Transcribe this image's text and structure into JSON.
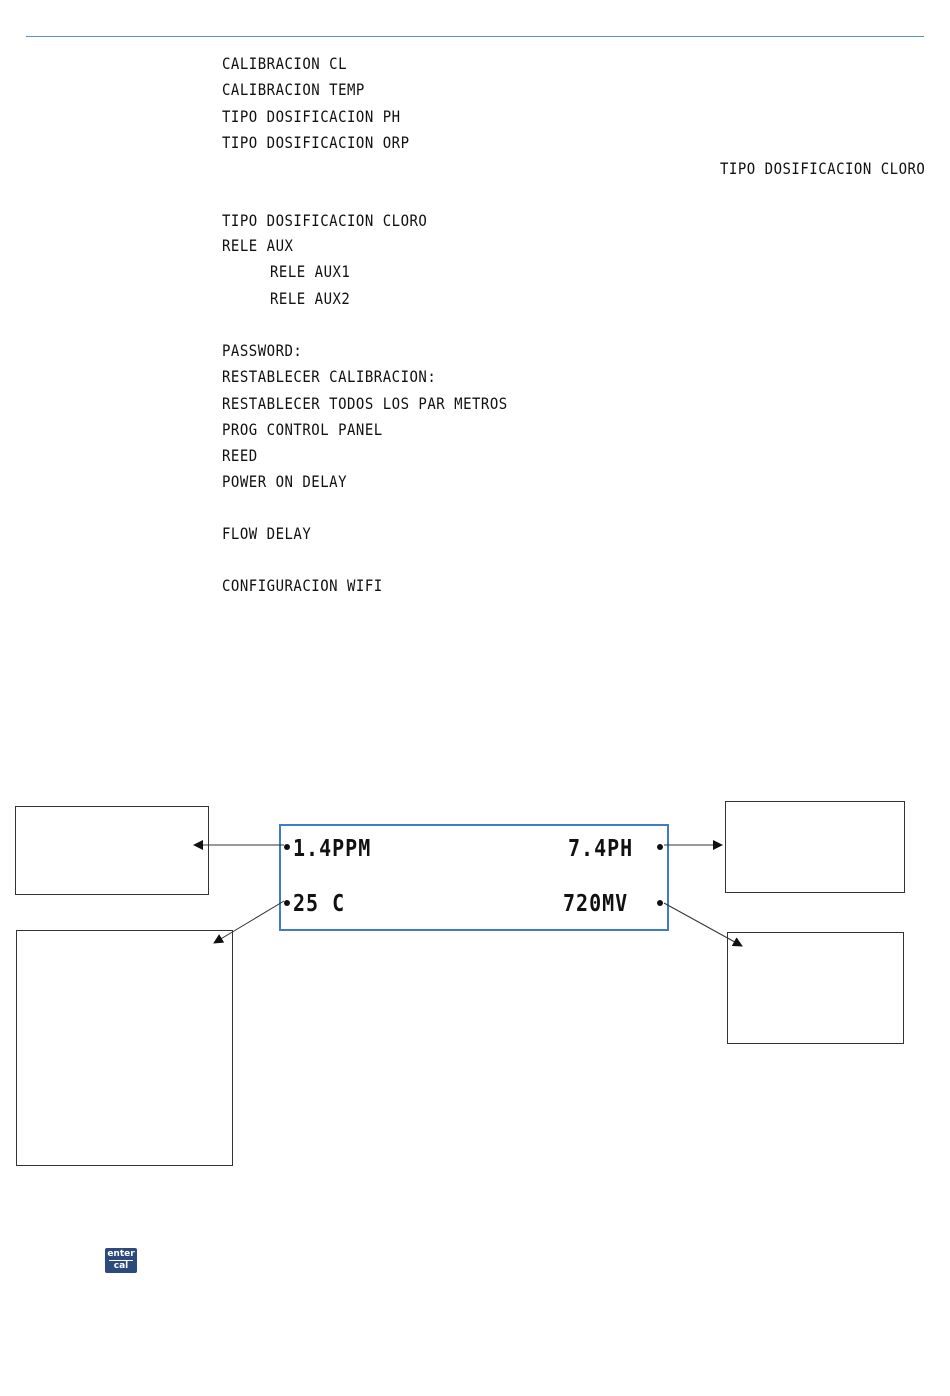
{
  "menu": {
    "items": [
      "CALIBRACION CL",
      "CALIBRACION TEMP",
      "TIPO DOSIFICACION PH",
      "TIPO DOSIFICACION ORP",
      "TIPO DOSIFICACION CLORO",
      "TIPO DOSIFICACION CLORO",
      "RELE AUX",
      "RELE AUX1",
      "RELE AUX2",
      "PASSWORD:",
      "RESTABLECER CALIBRACION:",
      "RESTABLECER TODOS LOS PAR METROS",
      "PROG CONTROL PANEL",
      "REED",
      "POWER ON DELAY",
      "FLOW DELAY",
      "CONFIGURACION WIFI"
    ]
  },
  "display": {
    "chlorine": "1.4PPM",
    "ph": "7.4PH",
    "temperature": "25 C",
    "orp": "720MV"
  },
  "key": {
    "top": "enter",
    "bottom": "cal"
  },
  "colors": {
    "rule": "#5b8fd0",
    "panel_border": "#3c7dc4",
    "key_bg": "#2d4a7c"
  }
}
